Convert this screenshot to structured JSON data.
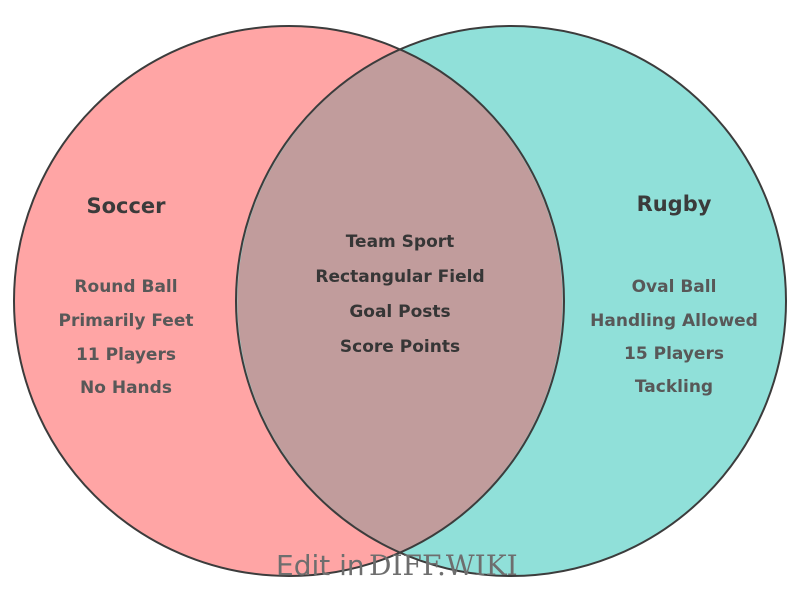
{
  "venn": {
    "left": {
      "title": "Soccer",
      "items": [
        "Round Ball",
        "Primarily Feet",
        "11 Players",
        "No Hands"
      ],
      "fill_color": "#FFA5A5"
    },
    "right": {
      "title": "Rugby",
      "items": [
        "Oval Ball",
        "Handling Allowed",
        "15 Players",
        "Tackling"
      ],
      "fill_color": "#90E0D9"
    },
    "intersection": {
      "items": [
        "Team Sport",
        "Rectangular Field",
        "Goal Posts",
        "Score Points"
      ],
      "fill_color": "#C19C9C"
    },
    "outline_color": "#3c3c3c",
    "background_color": "#ffffff"
  },
  "watermark": {
    "prefix": "Edit in",
    "brand": "DIFF.WIKI",
    "color": "#6e6e6e"
  }
}
